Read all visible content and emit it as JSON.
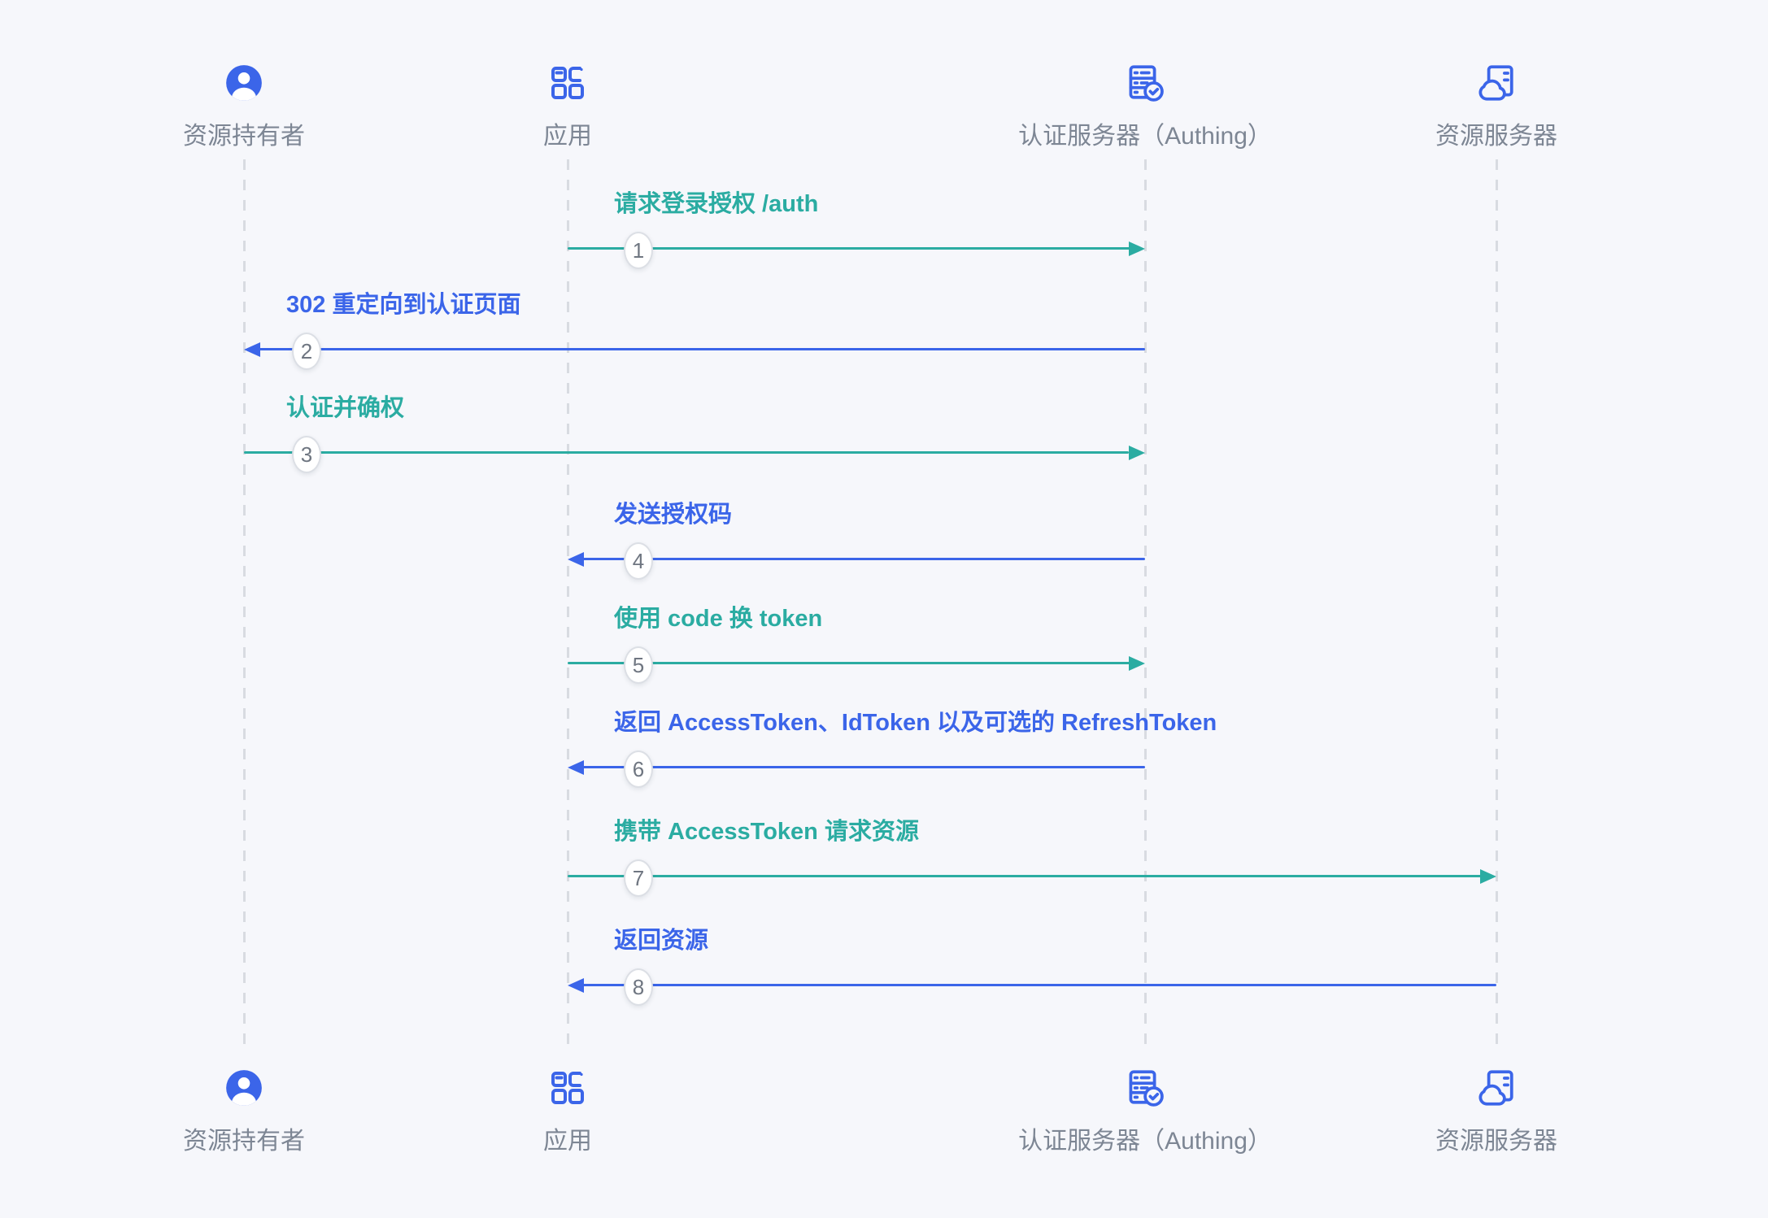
{
  "diagram": {
    "type": "sequence-diagram",
    "colors": {
      "bg": "#F6F7FB",
      "blue": "#3B65E9",
      "teal": "#2BACA2",
      "actor_label": "#7D8694",
      "lifeline": "#D8DBE1",
      "circle_border": "#DCDFE5",
      "circle_number": "#6F7681"
    },
    "actors": [
      {
        "id": "resource-owner",
        "label": "资源持有者",
        "icon": "user-icon"
      },
      {
        "id": "app",
        "label": "应用",
        "icon": "apps-grid-icon"
      },
      {
        "id": "auth-server",
        "label": "认证服务器（Authing）",
        "icon": "server-check-icon"
      },
      {
        "id": "resource-server",
        "label": "资源服务器",
        "icon": "cloud-server-icon"
      }
    ],
    "messages": [
      {
        "step": 1,
        "label": "请求登录授权 /auth",
        "from": "app",
        "to": "auth-server",
        "color": "teal",
        "direction": "right"
      },
      {
        "step": 2,
        "label": "302 重定向到认证页面",
        "from": "auth-server",
        "to": "resource-owner",
        "color": "blue",
        "direction": "left"
      },
      {
        "step": 3,
        "label": "认证并确权",
        "from": "resource-owner",
        "to": "auth-server",
        "color": "teal",
        "direction": "right"
      },
      {
        "step": 4,
        "label": "发送授权码",
        "from": "auth-server",
        "to": "app",
        "color": "blue",
        "direction": "left"
      },
      {
        "step": 5,
        "label": "使用 code 换 token",
        "from": "app",
        "to": "auth-server",
        "color": "teal",
        "direction": "right"
      },
      {
        "step": 6,
        "label": "返回 AccessToken、IdToken 以及可选的 RefreshToken",
        "from": "auth-server",
        "to": "app",
        "color": "blue",
        "direction": "left"
      },
      {
        "step": 7,
        "label": "携带 AccessToken 请求资源",
        "from": "app",
        "to": "resource-server",
        "color": "teal",
        "direction": "right"
      },
      {
        "step": 8,
        "label": "返回资源",
        "from": "resource-server",
        "to": "app",
        "color": "blue",
        "direction": "left"
      }
    ]
  }
}
